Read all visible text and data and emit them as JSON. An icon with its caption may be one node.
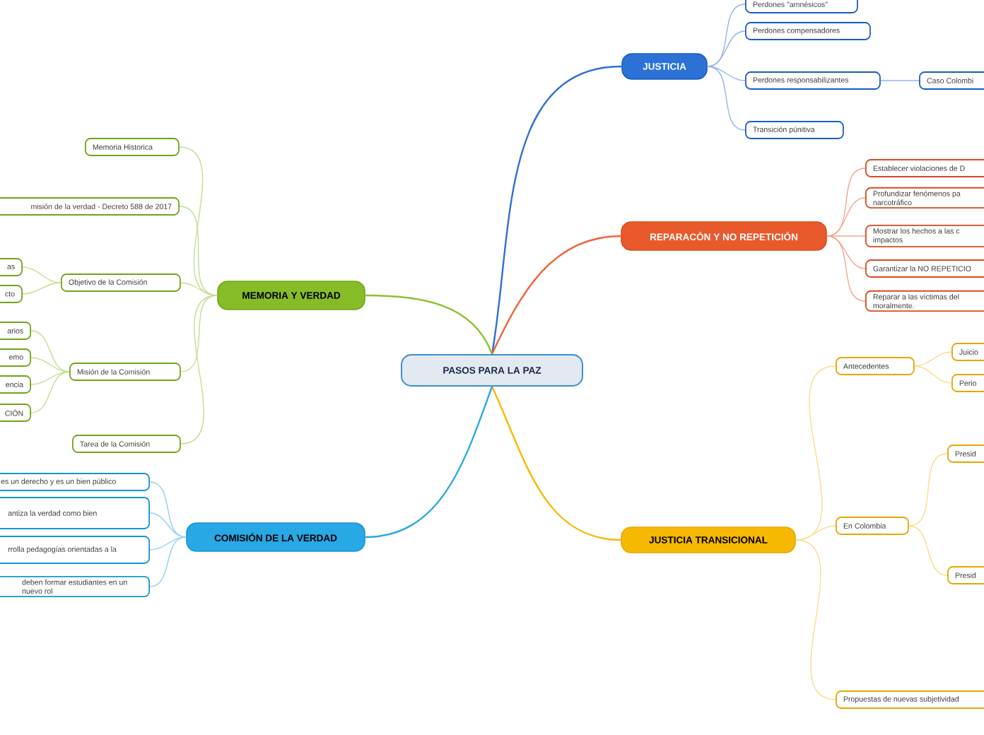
{
  "diagram": {
    "nodes": [
      {
        "text": [
          "PASOS PARA LA PAZ"
        ]
      },
      {
        "text": [
          "JUSTICIA"
        ]
      },
      {
        "text": [
          "Perdones \"amnésicos\""
        ]
      },
      {
        "text": [
          "Perdones compensadores"
        ]
      },
      {
        "text": [
          "Perdones responsabilizantes"
        ]
      },
      {
        "text": [
          "Caso Colombi"
        ]
      },
      {
        "text": [
          "Transición púnitiva"
        ]
      },
      {
        "text": [
          "REPARACÓN Y NO REPETICIÓN"
        ]
      },
      {
        "text": [
          "Establecer violaciones de D"
        ]
      },
      {
        "text": [
          "Profundizar fenómenos pa narcotráfico"
        ]
      },
      {
        "text": [
          "Mostrar los hechos a las c impactos"
        ]
      },
      {
        "text": [
          "Garantizar la NO REPETICIO"
        ]
      },
      {
        "text": [
          "Reparar a las víctimas del moralmente."
        ]
      },
      {
        "text": [
          "JUSTICIA TRANSICIONAL"
        ]
      },
      {
        "text": [
          "Antecedentes"
        ]
      },
      {
        "text": [
          "Juicio"
        ]
      },
      {
        "text": [
          "Perio"
        ]
      },
      {
        "text": [
          "En Colombia"
        ]
      },
      {
        "text": [
          "Presid"
        ]
      },
      {
        "text": [
          "Presid"
        ]
      },
      {
        "text": [
          "Propuestas de nuevas subjetividad"
        ]
      },
      {
        "text": [
          "MEMORIA Y VERDAD"
        ]
      },
      {
        "text": [
          "Memoria Historica"
        ]
      },
      {
        "text": [
          "misión de la verdad - Decreto 588 de 2017"
        ]
      },
      {
        "text": [
          "Objetivo de la Comisión"
        ]
      },
      {
        "text": [
          "as"
        ]
      },
      {
        "text": [
          "cto"
        ]
      },
      {
        "text": [
          "Misión de la Comisión"
        ]
      },
      {
        "text": [
          "arios"
        ]
      },
      {
        "text": [
          "emo"
        ]
      },
      {
        "text": [
          "encia"
        ]
      },
      {
        "text": [
          "CIÓN"
        ]
      },
      {
        "text": [
          "Tarea de la Comisión"
        ]
      },
      {
        "text": [
          "COMISIÓN DE LA VERDAD"
        ]
      },
      {
        "text": [
          "es un derecho y es un bien público"
        ]
      },
      {
        "text": [
          "antiza la verdad como bien"
        ]
      },
      {
        "text": [
          "rrolla pedagogías orientadas a la"
        ]
      },
      {
        "text": [
          "deben formar estudiantes en un nuevo rol"
        ]
      }
    ],
    "edges": [
      {
        "from": 0,
        "to": 1,
        "arrow": "none",
        "color": "#2f6fd6"
      },
      {
        "from": 0,
        "to": 7,
        "arrow": "none",
        "color": "#f0643a"
      },
      {
        "from": 0,
        "to": 13,
        "arrow": "none",
        "color": "#f7b900"
      },
      {
        "from": 0,
        "to": 21,
        "arrow": "none",
        "color": "#8cc232"
      },
      {
        "from": 0,
        "to": 33,
        "arrow": "none",
        "color": "#2aa8e6"
      },
      {
        "from": 1,
        "to": 2,
        "arrow": "none",
        "color": "#8fb3ec"
      },
      {
        "from": 1,
        "to": 3,
        "arrow": "none",
        "color": "#8fb3ec"
      },
      {
        "from": 1,
        "to": 4,
        "arrow": "none",
        "color": "#8fb3ec"
      },
      {
        "from": 4,
        "to": 5,
        "arrow": "none",
        "color": "#8fb3ec"
      },
      {
        "from": 1,
        "to": 6,
        "arrow": "none",
        "color": "#8fb3ec"
      },
      {
        "from": 7,
        "to": 8,
        "arrow": "none",
        "color": "#f7a58a"
      },
      {
        "from": 7,
        "to": 9,
        "arrow": "none",
        "color": "#f7a58a"
      },
      {
        "from": 7,
        "to": 10,
        "arrow": "none",
        "color": "#f7a58a"
      },
      {
        "from": 7,
        "to": 11,
        "arrow": "none",
        "color": "#f7a58a"
      },
      {
        "from": 7,
        "to": 12,
        "arrow": "none",
        "color": "#f7a58a"
      },
      {
        "from": 13,
        "to": 14,
        "arrow": "none",
        "color": "#fcdb8a"
      },
      {
        "from": 14,
        "to": 15,
        "arrow": "none",
        "color": "#fcdb8a"
      },
      {
        "from": 14,
        "to": 16,
        "arrow": "none",
        "color": "#fcdb8a"
      },
      {
        "from": 13,
        "to": 17,
        "arrow": "none",
        "color": "#fcdb8a"
      },
      {
        "from": 17,
        "to": 18,
        "arrow": "none",
        "color": "#fcdb8a"
      },
      {
        "from": 17,
        "to": 19,
        "arrow": "none",
        "color": "#fcdb8a"
      },
      {
        "from": 13,
        "to": 20,
        "arrow": "none",
        "color": "#fcdb8a"
      },
      {
        "from": 21,
        "to": 22,
        "arrow": "none",
        "color": "#c2de8e"
      },
      {
        "from": 21,
        "to": 23,
        "arrow": "none",
        "color": "#c2de8e"
      },
      {
        "from": 21,
        "to": 24,
        "arrow": "none",
        "color": "#c2de8e"
      },
      {
        "from": 24,
        "to": 25,
        "arrow": "none",
        "color": "#c2de8e"
      },
      {
        "from": 24,
        "to": 26,
        "arrow": "none",
        "color": "#c2de8e"
      },
      {
        "from": 21,
        "to": 27,
        "arrow": "none",
        "color": "#c2de8e"
      },
      {
        "from": 27,
        "to": 28,
        "arrow": "none",
        "color": "#c2de8e"
      },
      {
        "from": 27,
        "to": 29,
        "arrow": "none",
        "color": "#c2de8e"
      },
      {
        "from": 27,
        "to": 30,
        "arrow": "none",
        "color": "#c2de8e"
      },
      {
        "from": 27,
        "to": 31,
        "arrow": "none",
        "color": "#c2de8e"
      },
      {
        "from": 21,
        "to": 32,
        "arrow": "none",
        "color": "#c2de8e"
      },
      {
        "from": 33,
        "to": 34,
        "arrow": "none",
        "color": "#8fd2f2"
      },
      {
        "from": 33,
        "to": 35,
        "arrow": "none",
        "color": "#8fd2f2"
      },
      {
        "from": 33,
        "to": 36,
        "arrow": "none",
        "color": "#8fd2f2"
      },
      {
        "from": 33,
        "to": 37,
        "arrow": "none",
        "color": "#8fd2f2"
      }
    ]
  }
}
